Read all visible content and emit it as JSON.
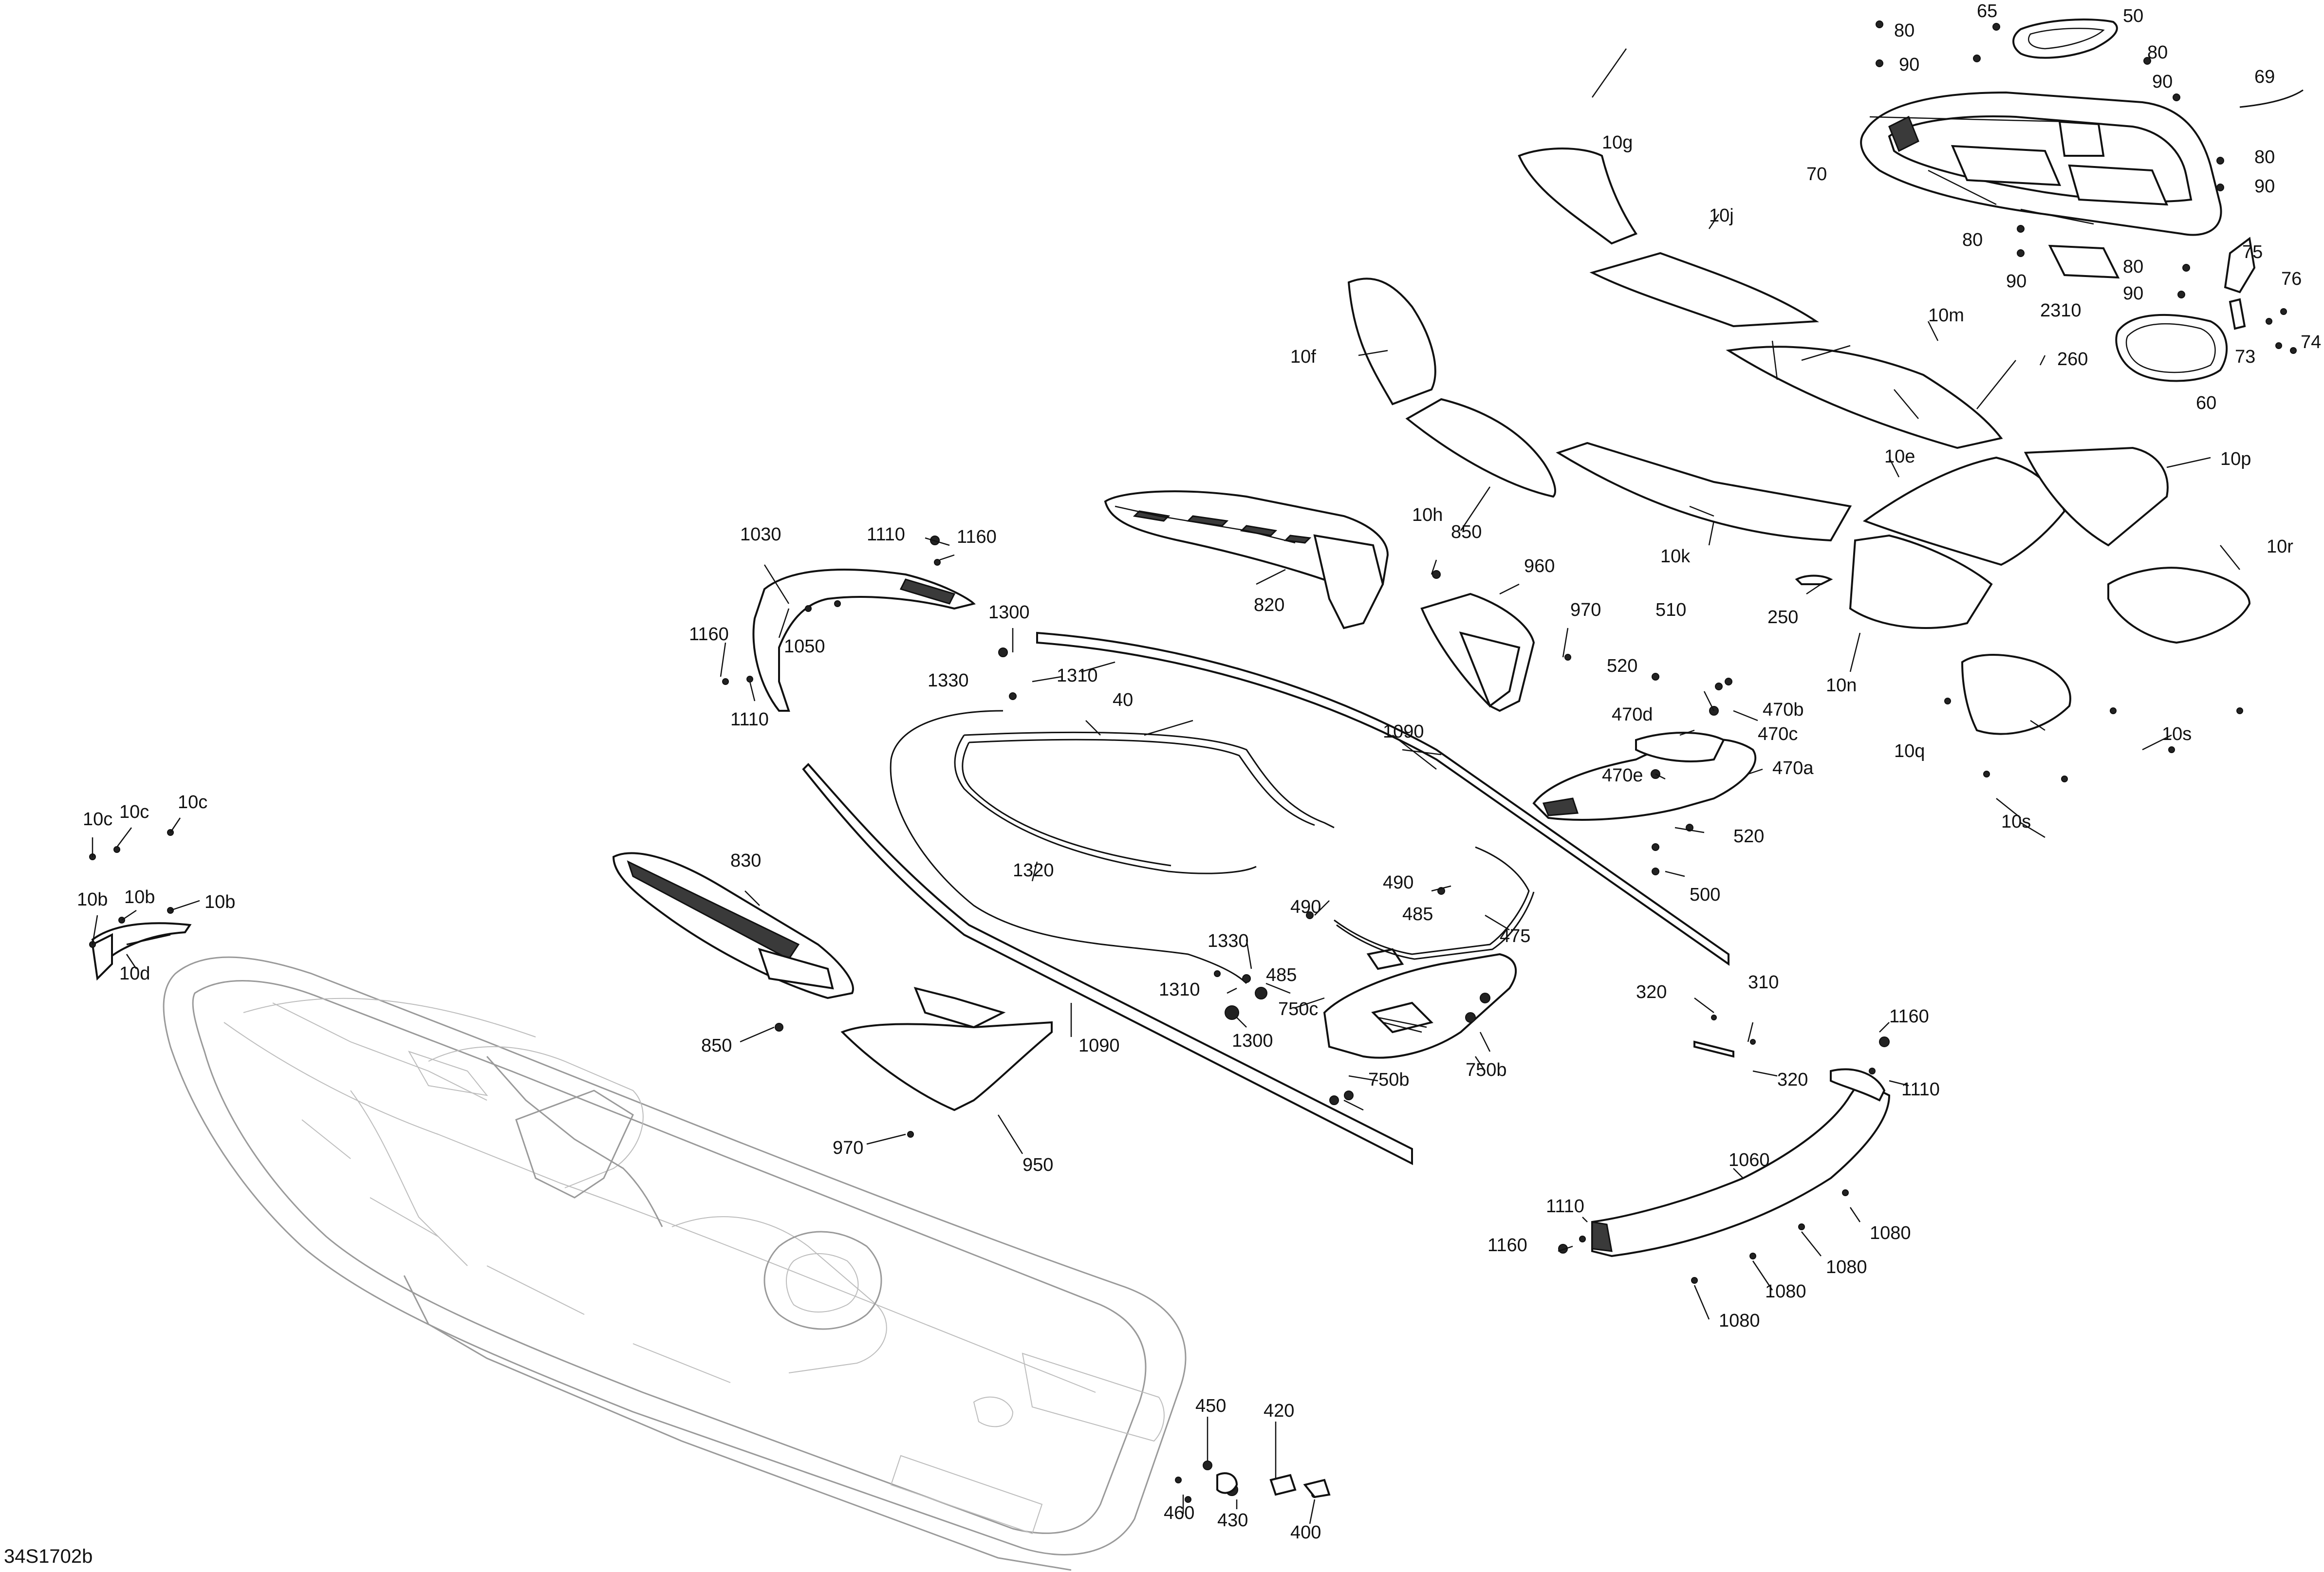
{
  "labels": {
    "l10c_a": "10c",
    "l10c_b": "10c",
    "l10c_c": "10c",
    "l10b_a": "10b",
    "l10b_b": "10b",
    "l10b_c": "10b",
    "l10d": "10d",
    "l10e": "10e",
    "l10f": "10f",
    "l10g": "10g",
    "l10h": "10h",
    "l10j": "10j",
    "l10k": "10k",
    "l10m": "10m",
    "l10n": "10n",
    "l10p": "10p",
    "l10q": "10q",
    "l10r": "10r",
    "l10s_a": "10s",
    "l10s_b": "10s",
    "l40": "40",
    "l50": "50",
    "l60": "60",
    "l65": "65",
    "l69": "69",
    "l70": "70",
    "l73": "73",
    "l74": "74",
    "l75": "75",
    "l76": "76",
    "l80_a": "80",
    "l80_b": "80",
    "l80_c": "80",
    "l80_d": "80",
    "l80_e": "80",
    "l90_a": "90",
    "l90_b": "90",
    "l90_c": "90",
    "l90_d": "90",
    "l90_e": "90",
    "l250": "250",
    "l260": "260",
    "l310": "310",
    "l320_a": "320",
    "l320_b": "320",
    "l400": "400",
    "l420": "420",
    "l430": "430",
    "l450": "450",
    "l460": "460",
    "l470a": "470a",
    "l470b": "470b",
    "l470c": "470c",
    "l470d": "470d",
    "l470e": "470e",
    "l475": "475",
    "l485_a": "485",
    "l485_b": "485",
    "l490_a": "490",
    "l490_b": "490",
    "l500": "500",
    "l510": "510",
    "l520_a": "520",
    "l520_b": "520",
    "l750b_a": "750b",
    "l750b_b": "750b",
    "l750c": "750c",
    "l820": "820",
    "l830": "830",
    "l850_a": "850",
    "l850_b": "850",
    "l950": "950",
    "l960": "960",
    "l970_a": "970",
    "l970_b": "970",
    "l1030": "1030",
    "l1050": "1050",
    "l1060": "1060",
    "l1080_a": "1080",
    "l1080_b": "1080",
    "l1080_c": "1080",
    "l1080_d": "1080",
    "l1090_a": "1090",
    "l1090_b": "1090",
    "l1110_a": "1110",
    "l1110_b": "1110",
    "l1110_c": "1110",
    "l1110_d": "1110",
    "l1160_a": "1160",
    "l1160_b": "1160",
    "l1160_c": "1160",
    "l1160_d": "1160",
    "l1300_a": "1300",
    "l1300_b": "1300",
    "l1310_a": "1310",
    "l1310_b": "1310",
    "l1320": "1320",
    "l1330_a": "1330",
    "l1330_b": "1330",
    "l2310": "2310"
  },
  "drawing_code": "34S1702b"
}
